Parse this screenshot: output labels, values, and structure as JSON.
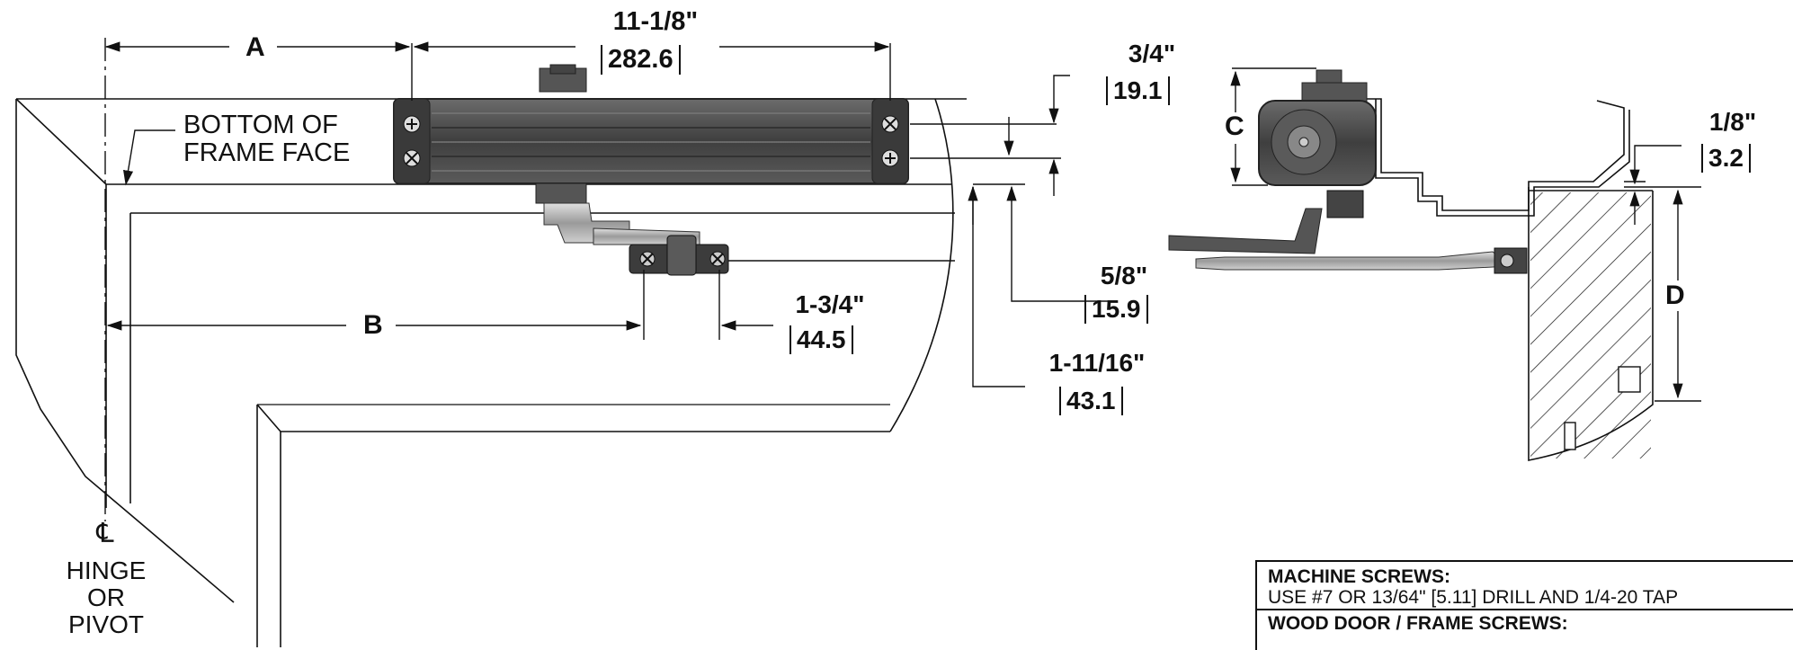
{
  "dimensions": {
    "a_label": "A",
    "b_label": "B",
    "c_label": "C",
    "d_label": "D",
    "body_length_in": "11-1/8\"",
    "body_length_mm": "282.6",
    "offset_top_in": "3/4\"",
    "offset_top_mm": "19.1",
    "arm_offset_in": "5/8\"",
    "arm_offset_mm": "15.9",
    "shoe_width_in": "1-3/4\"",
    "shoe_width_mm": "44.5",
    "shoe_drop_in": "1-11/16\"",
    "shoe_drop_mm": "43.1",
    "stop_in": "1/8\"",
    "stop_mm": "3.2"
  },
  "labels": {
    "frame_face_line1": "BOTTOM OF",
    "frame_face_line2": "FRAME FACE",
    "centerline_symbol": "℄",
    "hinge_line1": "HINGE",
    "hinge_line2": "OR",
    "hinge_line3": "PIVOT"
  },
  "notes": {
    "machine_title": "MACHINE SCREWS:",
    "machine_text": "USE #7 OR 13/64\" [5.11] DRILL AND 1/4-20 TAP",
    "wood_title": "WOOD DOOR / FRAME SCREWS:"
  },
  "colors": {
    "line": "#111111",
    "closer_body": "#4a4a4a",
    "closer_dark": "#333333",
    "arm": "#9a9a9a"
  }
}
